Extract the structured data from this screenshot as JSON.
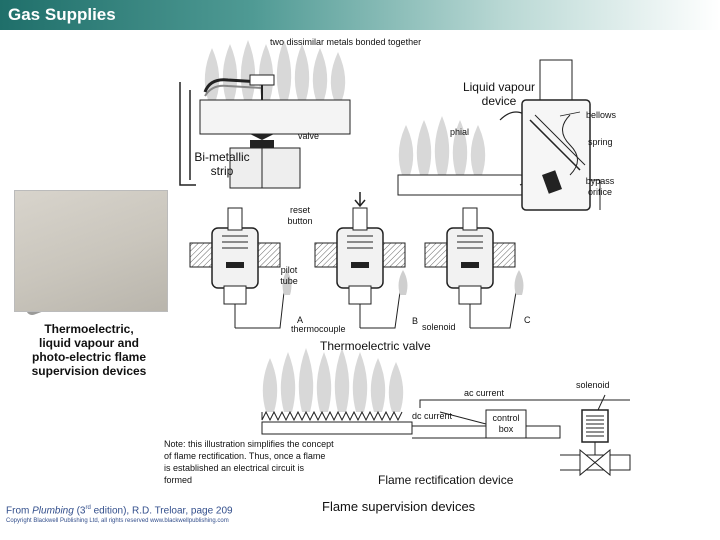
{
  "title": "Gas Supplies",
  "bimetallic": {
    "label_metals": "two dissimilar metals bonded together",
    "label_valve": "valve",
    "caption": "Bi-metallic strip"
  },
  "liquid_vapour": {
    "caption": "Liquid vapour device",
    "label_bellows": "bellows",
    "label_phial": "phial",
    "label_spring": "spring",
    "label_bypass": "bypass orifice"
  },
  "photo_caption": "Thermoelectric, liquid vapour and photo-electric flame supervision devices",
  "thermoelectric": {
    "label_reset": "reset button",
    "label_pilot": "pilot tube",
    "label_a": "A",
    "label_thermocouple": "thermocouple",
    "label_b": "B",
    "label_solenoid": "solenoid",
    "label_c": "C",
    "caption": "Thermoelectric valve"
  },
  "flame_rect": {
    "label_ac": "ac current",
    "label_solenoid": "solenoid",
    "label_dc": "dc current",
    "label_control": "control box",
    "note": "Note: this illustration simplifies the concept of flame rectification. Thus, once a flame is established an electrical circuit is formed",
    "caption": "Flame rectification device"
  },
  "footer": {
    "heading": "Flame supervision devices",
    "source_prefix": "From ",
    "source_book": "Plumbing",
    "source_edition_num": "(3",
    "source_edition_sup": "rd",
    "source_edition_rest": " edition), R.D. Treloar, page 209",
    "copyright": "Copyright Blackwell Publishing Ltd, all rights reserved  www.blackwellpublishing.com"
  },
  "colors": {
    "title_bar_start": "#1f6f6a",
    "title_text": "#ffffff",
    "flame": "#d0d0d0",
    "source_text": "#334f8c"
  }
}
